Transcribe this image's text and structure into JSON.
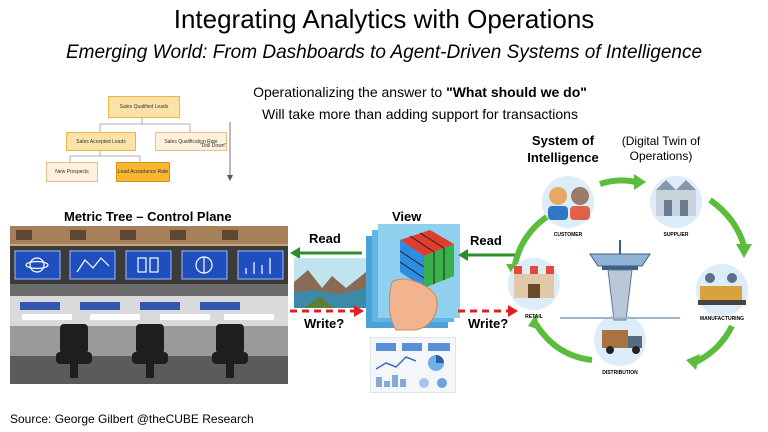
{
  "title": "Integrating Analytics with Operations",
  "subtitle": "Emerging World: From Dashboards to Agent-Driven Systems of Intelligence",
  "operationalizing": {
    "line1_prefix": "Operationalizing the answer to ",
    "line1_bold": "\"What should we do\"",
    "line2": "Will take more than adding support for transactions"
  },
  "metric_tree": {
    "root": "Sales Qualified Leads",
    "level2_left": "Sales Accepted Leads",
    "level2_right": "Sales Qualification Rate",
    "level3_left": "New Prospects",
    "level3_right": "Lead Acceptance Rate",
    "drill_down": "\"Drill Down\""
  },
  "control_plane_label": "Metric Tree – Control Plane",
  "view_label": "View",
  "read_left": "Read",
  "write_left": "Write?",
  "read_right": "Read",
  "write_right": "Write?",
  "soi": {
    "title": "System of Intelligence",
    "twin": "(Digital Twin of Operations)",
    "nodes": {
      "customer": "CUSTOMER",
      "supplier": "SUPPLIER",
      "manufacturing": "MANUFACTURING",
      "distribution": "DISTRIBUTION",
      "retail": "RETAIL"
    }
  },
  "source": "Source: George Gilbert @theCUBE Research",
  "colors": {
    "tree_fill": "#fde2a8",
    "tree_highlight": "#f7b532",
    "arrow_green": "#2e8b2e",
    "arrow_red": "#e02020",
    "cycle_green": "#5bbd3b"
  }
}
